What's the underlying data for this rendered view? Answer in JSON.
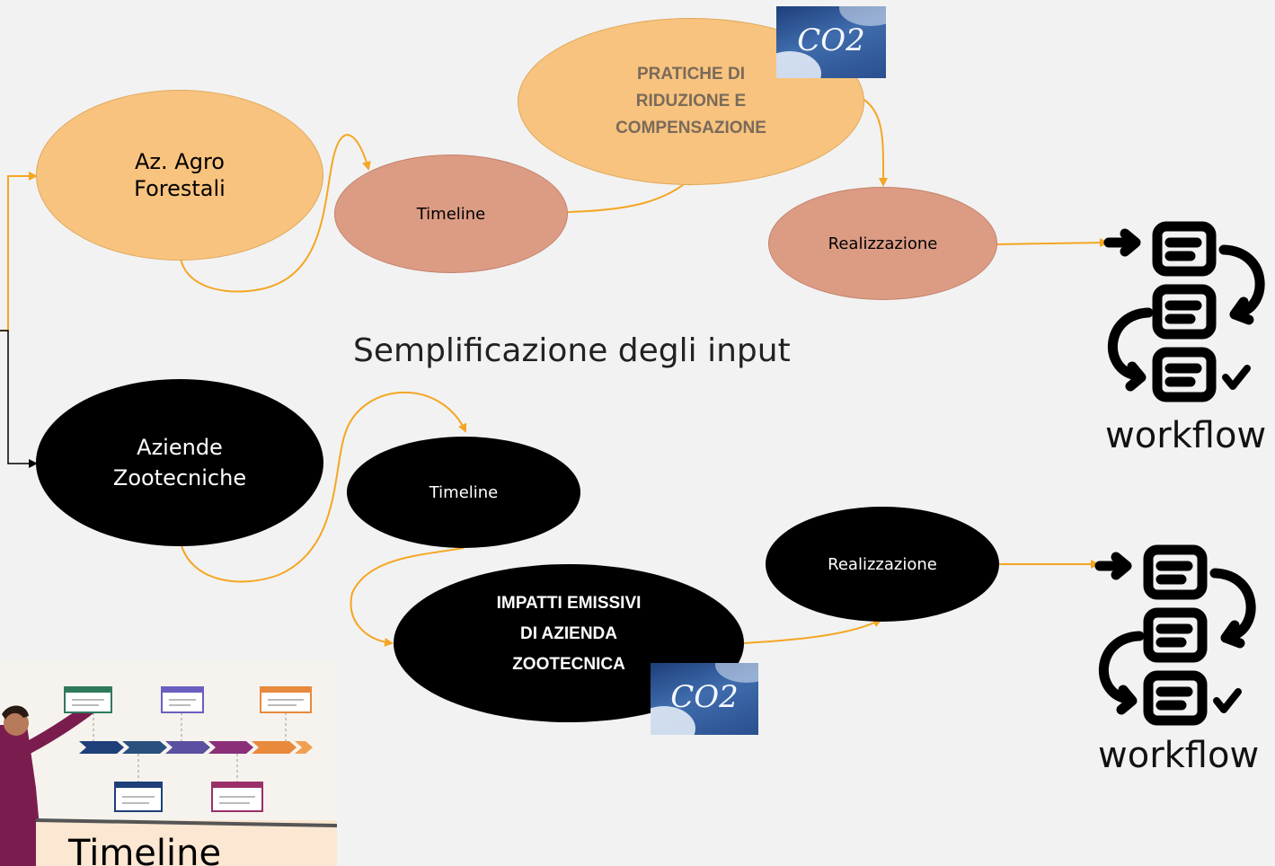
{
  "nodes": {
    "agro": "Az. Agro\nForestali",
    "timeline_top": "Timeline",
    "pratiche": "PRATICHE DI\nRIDUZIONE E\nCOMPENSAZIONE",
    "realizzazione_top": "Realizzazione",
    "zootecniche": "Aziende\nZootecniche",
    "timeline_bottom": "Timeline",
    "impatti": "IMPATTI EMISSIVI\nDI AZIENDA\nZOOTECNICA",
    "realizzazione_bottom": "Realizzazione"
  },
  "heading": "Semplificazione degli input",
  "workflow_top": "workflow",
  "workflow_bottom": "workflow",
  "co2_label": "CO2",
  "timeline_card_label": "Timeline",
  "colors": {
    "orange_node": "#f8c37e",
    "salmon_node": "#dc9c84",
    "black_node": "#000000",
    "connector": "#f5a623",
    "background": "#f2f2f2"
  }
}
